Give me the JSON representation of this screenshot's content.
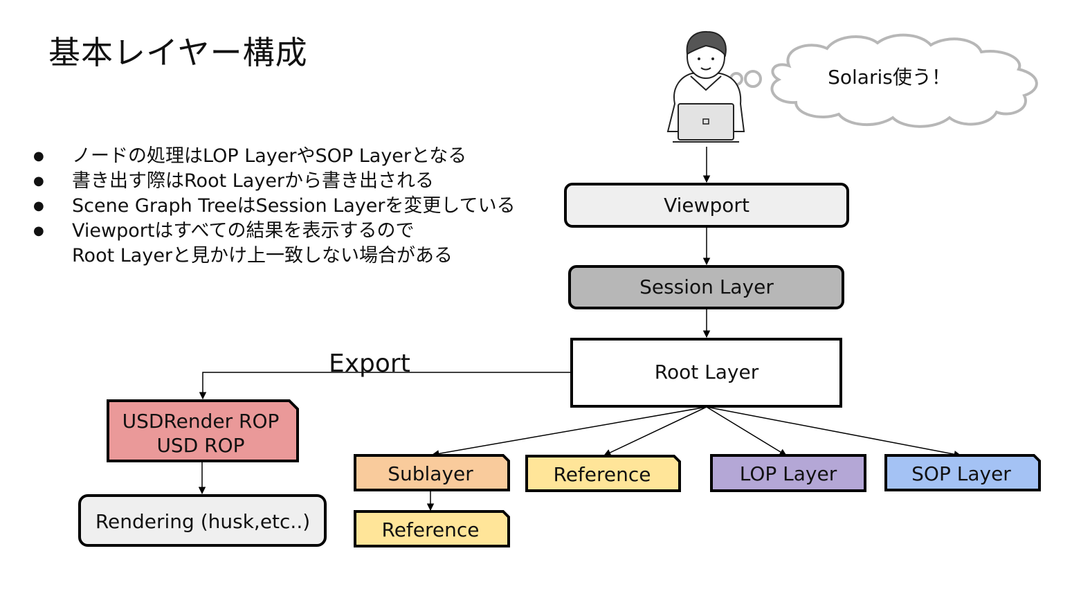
{
  "title": "基本レイヤー構成",
  "bullets": [
    {
      "lines": [
        "ノードの処理はLOP LayerやSOP Layerとなる"
      ]
    },
    {
      "lines": [
        "書き出す際はRoot Layerから書き出される"
      ]
    },
    {
      "lines": [
        "Scene Graph TreeはSession Layerを変更している"
      ]
    },
    {
      "lines": [
        "Viewportはすべての結果を表示するので",
        "Root Layerと見かけ上一致しない場合がある"
      ]
    }
  ],
  "thought_bubble": {
    "text": "Solaris使う！"
  },
  "nodes": {
    "viewport": {
      "label": "Viewport",
      "fill": "#efefef"
    },
    "session_layer": {
      "label": "Session Layer",
      "fill": "#b7b7b7"
    },
    "root_layer": {
      "label": "Root Layer",
      "fill": "#ffffff"
    },
    "usd_rop": {
      "lines": [
        "USDRender ROP",
        "USD ROP"
      ],
      "fill": "#ea9999"
    },
    "rendering": {
      "label": "Rendering (husk,etc..)",
      "fill": "#efefef"
    },
    "sublayer": {
      "label": "Sublayer",
      "fill": "#f9cb9c"
    },
    "sublayer_reference": {
      "label": "Reference",
      "fill": "#ffe599"
    },
    "reference": {
      "label": "Reference",
      "fill": "#ffe599"
    },
    "lop_layer": {
      "label": "LOP Layer",
      "fill": "#b4a7d6"
    },
    "sop_layer": {
      "label": "SOP Layer",
      "fill": "#a4c2f4"
    }
  },
  "edges": {
    "export_label": "Export"
  },
  "colors": {
    "stroke": "#000000",
    "bubble_stroke": "#b7b7b7"
  }
}
